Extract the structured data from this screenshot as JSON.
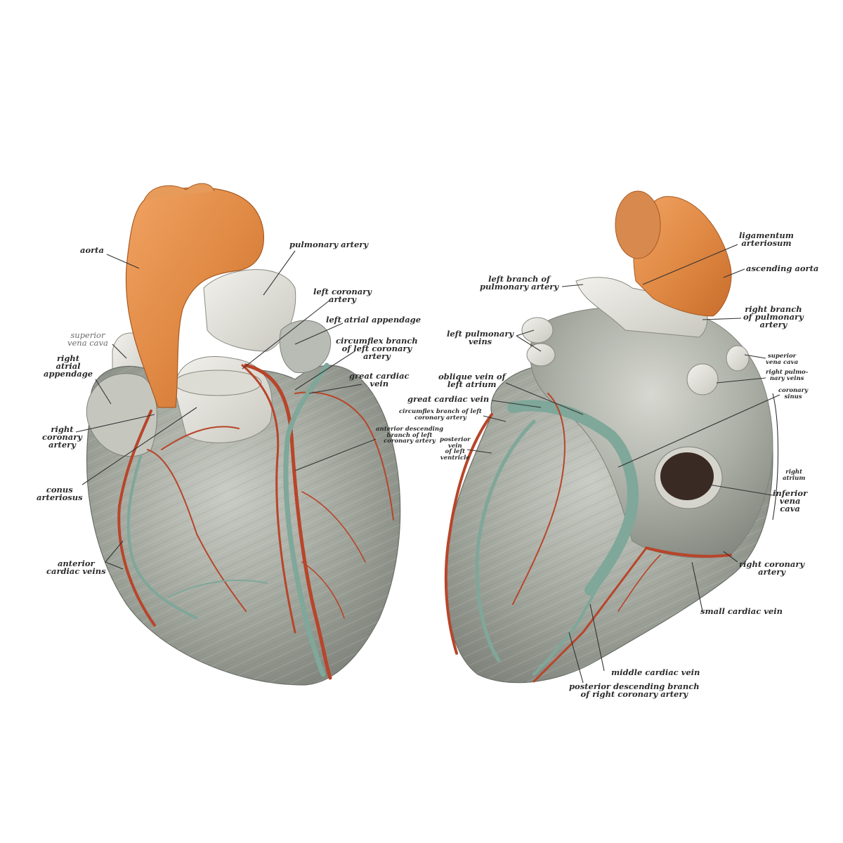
{
  "colors": {
    "aorta": "#e08a45",
    "artery_red": "#b8452a",
    "vein_green": "#7fa79a",
    "myocardium": "#9a9e96",
    "vessel_white": "#e4e3dc",
    "label_text": "#2b2b2b",
    "leader_line": "#333333"
  },
  "left_view": {
    "aorta": [
      "aorta"
    ],
    "pulmonary_artery": [
      "pulmonary artery"
    ],
    "left_coronary_artery": [
      "left coronary",
      "artery"
    ],
    "left_atrial_appendage": [
      "left atrial appendage"
    ],
    "circumflex_branch": [
      "circumflex branch",
      "of left coronary",
      "artery"
    ],
    "great_cardiac_vein": [
      "great cardiac",
      "vein"
    ],
    "superior_vena_cava": [
      "superior",
      "vena cava"
    ],
    "right_atrial_appendage": [
      "right",
      "atrial",
      "appendage"
    ],
    "right_coronary_artery": [
      "right",
      "coronary",
      "artery"
    ],
    "anterior_descending_branch": [
      "anterior descending",
      "branch of left",
      "coronary artery"
    ],
    "conus_arteriosus": [
      "conus",
      "arteriosus"
    ],
    "anterior_cardiac_veins": [
      "anterior",
      "cardiac veins"
    ]
  },
  "right_view": {
    "ligamentum_arteriosum": [
      "ligamentum",
      "arteriosum"
    ],
    "ascending_aorta": [
      "ascending aorta"
    ],
    "left_branch_pulmonary_artery": [
      "left branch of",
      "pulmonary artery"
    ],
    "right_branch_pulmonary_artery": [
      "right branch",
      "of pulmonary",
      "artery"
    ],
    "left_pulmonary_veins": [
      "left pulmonary",
      "veins"
    ],
    "superior_vena_cava": [
      "superior",
      "vena cava"
    ],
    "right_pulmonary_veins": [
      "right pulmo-",
      "nary veins"
    ],
    "oblique_vein": [
      "oblique vein of",
      "left atrium"
    ],
    "great_cardiac_vein": [
      "great cardiac vein"
    ],
    "coronary_sinus": [
      "coronary",
      "sinus"
    ],
    "circumflex_branch": [
      "circumflex branch of left",
      "coronary artery"
    ],
    "posterior_vein": [
      "posterior",
      "vein",
      "of left",
      "ventricle"
    ],
    "right_atrium": [
      "right",
      "atrium"
    ],
    "inferior_vena_cava": [
      "inferior",
      "vena",
      "cava"
    ],
    "right_coronary_artery": [
      "right coronary",
      "artery"
    ],
    "small_cardiac_vein": [
      "small cardiac vein"
    ],
    "middle_cardiac_vein": [
      "middle cardiac vein"
    ],
    "posterior_descending_branch": [
      "posterior descending branch",
      "of right coronary artery"
    ]
  }
}
